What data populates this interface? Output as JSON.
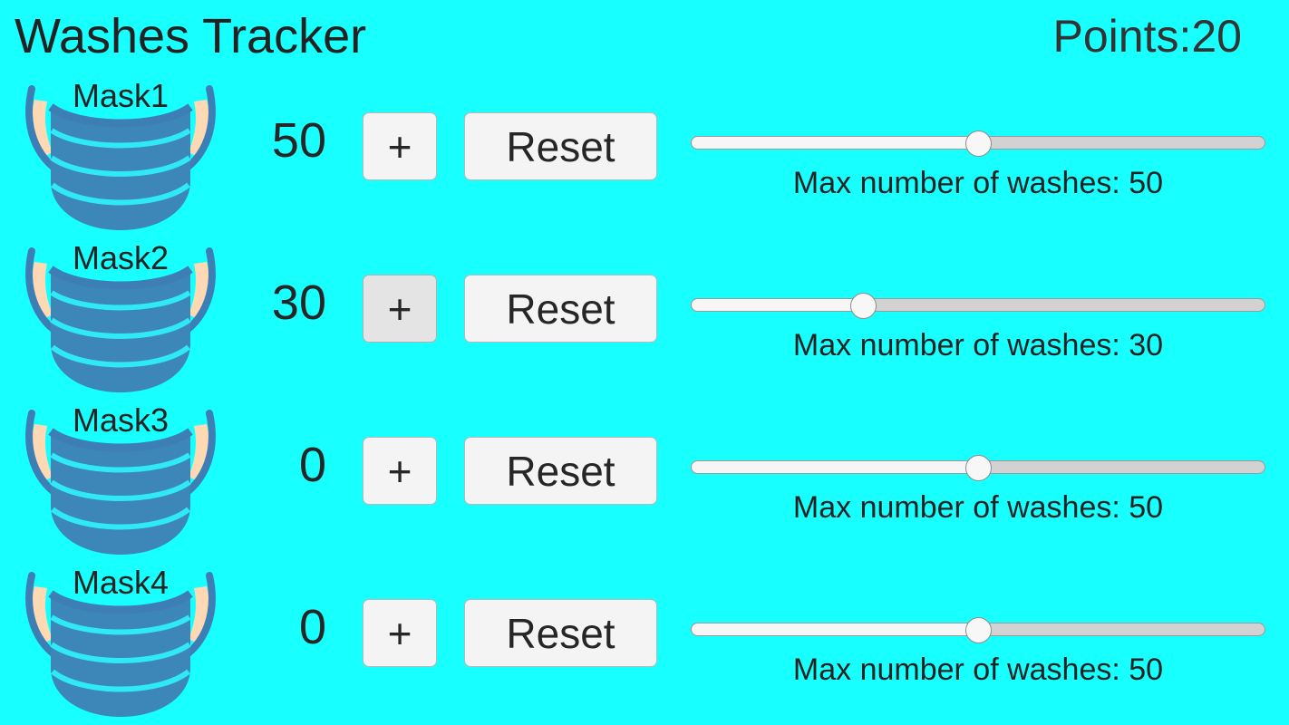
{
  "header": {
    "title": "Washes Tracker",
    "points_label": "Points:20"
  },
  "colors": {
    "background": "#17ffff",
    "mask_body": "#3d86b8",
    "mask_pleat_line": "#2fe9f7",
    "mask_loop": "#3d7fb5",
    "mask_ear": "#ffd9b3",
    "button_face": "#f4f4f4",
    "button_face_pressed": "#e4e4e4",
    "button_border": "#b8b8b8",
    "track_empty": "#d2d2d2",
    "track_fill": "#f6f6f6",
    "thumb": "#f7f7f7",
    "text": "#232323"
  },
  "buttons": {
    "increment_label": "+",
    "reset_label": "Reset"
  },
  "slider": {
    "min": 0,
    "max": 100,
    "max_washes_prefix": "Max number of washes: "
  },
  "rows": [
    {
      "mask_label": "Mask1",
      "count": "50",
      "max_washes": "50",
      "max_washes_label": "Max number of washes: 50",
      "slider_percent": 50,
      "plus_pressed": false
    },
    {
      "mask_label": "Mask2",
      "count": "30",
      "max_washes": "30",
      "max_washes_label": "Max number of washes: 30",
      "slider_percent": 30,
      "plus_pressed": true
    },
    {
      "mask_label": "Mask3",
      "count": "0",
      "max_washes": "50",
      "max_washes_label": "Max number of washes: 50",
      "slider_percent": 50,
      "plus_pressed": false
    },
    {
      "mask_label": "Mask4",
      "count": "0",
      "max_washes": "50",
      "max_washes_label": "Max number of washes: 50",
      "slider_percent": 50,
      "plus_pressed": false
    }
  ]
}
